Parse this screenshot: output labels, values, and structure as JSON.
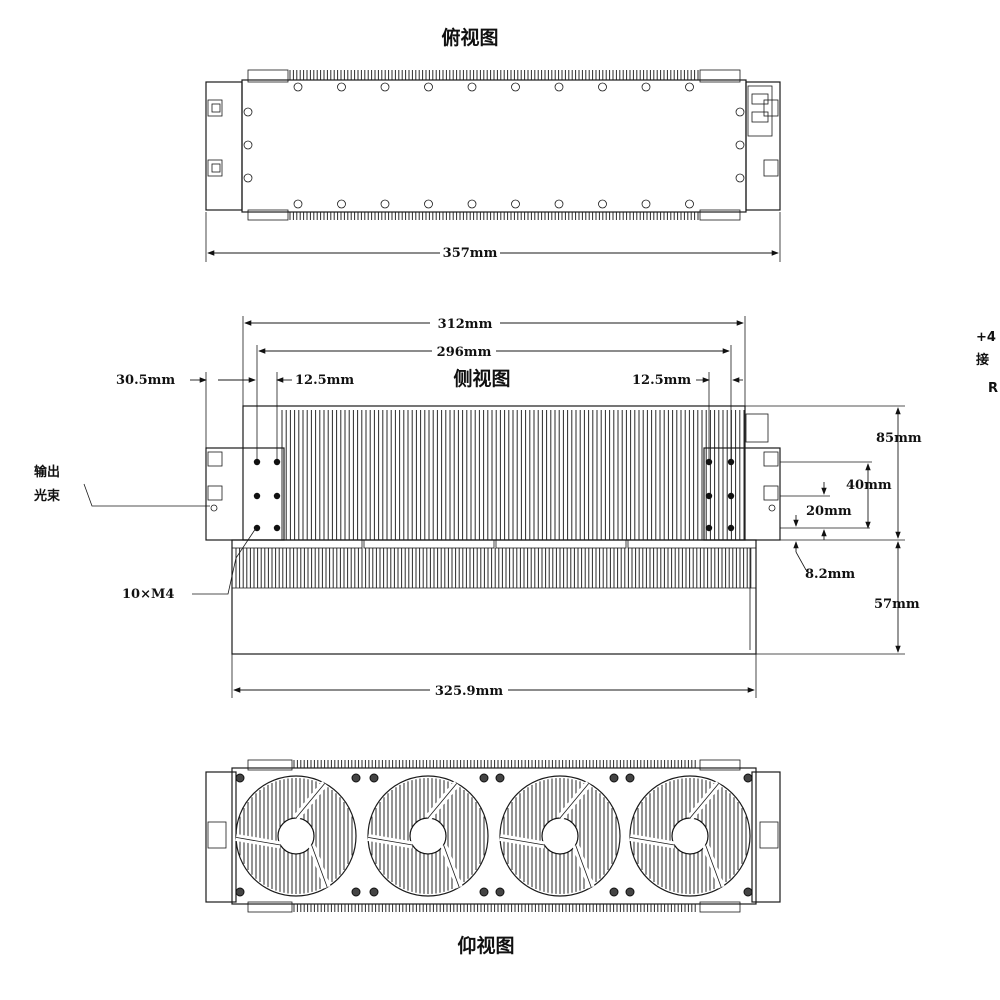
{
  "views": {
    "top_title": "俯视图",
    "side_title": "侧视图",
    "bottom_title": "仰视图"
  },
  "dimensions": {
    "overall_length": "357mm",
    "body_length": "312mm",
    "mount_span": "296mm",
    "edge_offset": "30.5mm",
    "hole_offset_left": "12.5mm",
    "hole_offset_right": "12.5mm",
    "height_total": "85mm",
    "height_40": "40mm",
    "height_20": "20mm",
    "height_8_2": "8.2mm",
    "fan_height": "57mm",
    "fan_length": "325.9mm"
  },
  "labels": {
    "output_beam_line1": "输出",
    "output_beam_line2": "光束",
    "screws": "10×M4"
  },
  "clipped_notes": {
    "line1": "+4",
    "line2": "接",
    "line3": "R"
  }
}
